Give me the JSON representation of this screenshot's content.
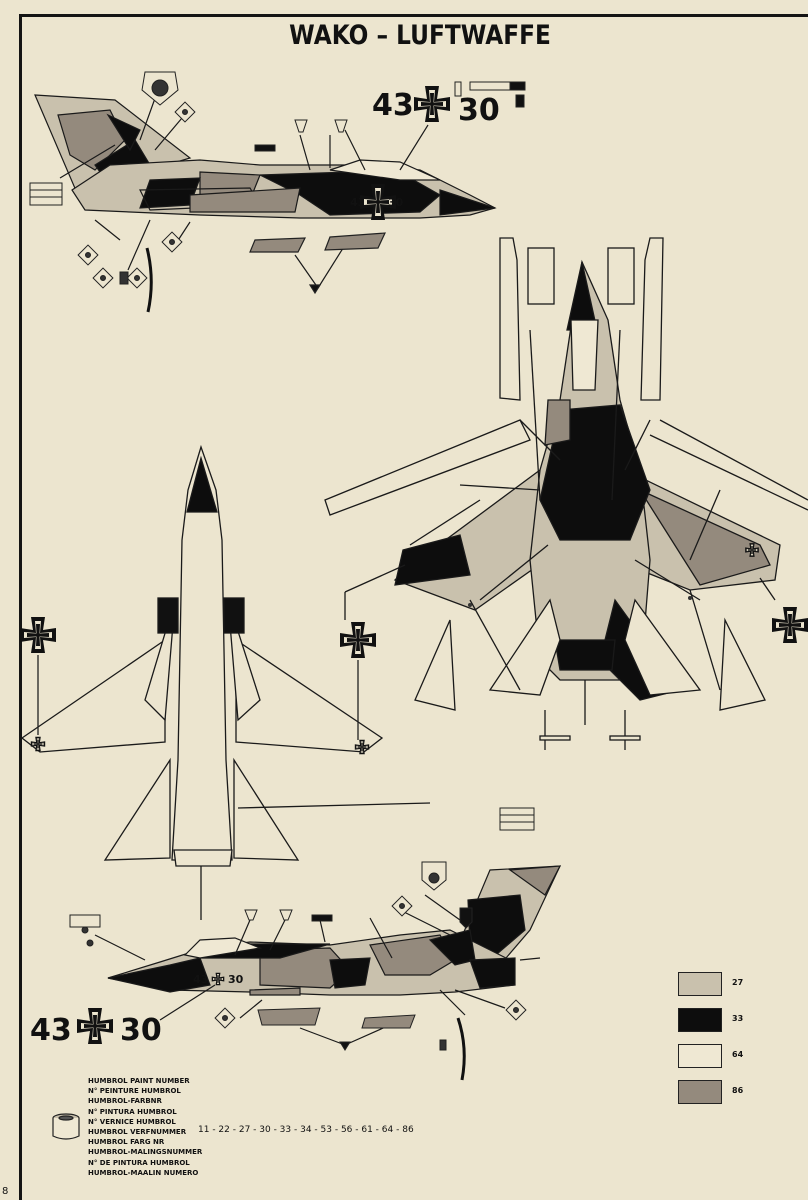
{
  "title": "WAKO – LUFTWAFFE",
  "registration": {
    "number_left": "43",
    "number_right": "30"
  },
  "color_legend": [
    {
      "number": "27",
      "color": "#c9c1ad"
    },
    {
      "number": "33",
      "color": "#0d0d0d"
    },
    {
      "number": "64",
      "color": "#efe8d3"
    },
    {
      "number": "86",
      "color": "#948a7d"
    }
  ],
  "paint_labels": [
    "HUMBROL PAINT NUMBER",
    "N° PEINTURE HUMBROL",
    "HUMBROL-FARBNR",
    "N° PINTURA HUMBROL",
    "N° VERNICE HUMBROL",
    "HUMBROL VERFNUMMER",
    "HUMBROL FARG NR",
    "HUMBROL-MALINGSNUMMER",
    "N° DE PINTURA HUMBROL",
    "HUMBROL-MAALIN NUMERO"
  ],
  "paint_numbers": "11 - 22 - 27 - 30 - 33 - 34 - 53 - 56 - 61 - 64 - 86",
  "page_number": "8",
  "icons": [
    "iron-cross-icon",
    "paint-tin-icon",
    "unit-badge-icon"
  ]
}
